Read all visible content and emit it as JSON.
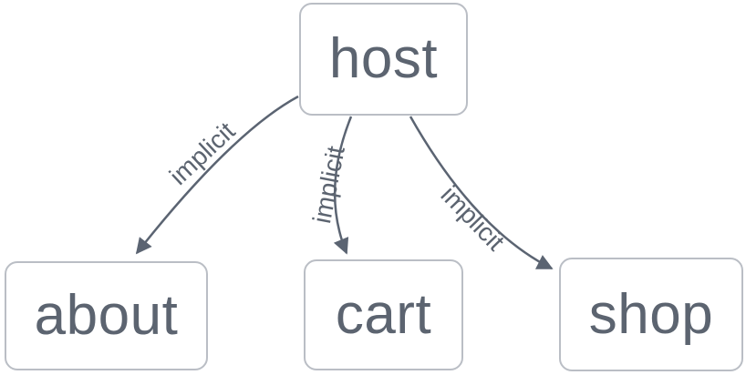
{
  "diagram": {
    "type": "flowchart",
    "nodes": [
      {
        "id": "host",
        "label": "host"
      },
      {
        "id": "about",
        "label": "about"
      },
      {
        "id": "cart",
        "label": "cart"
      },
      {
        "id": "shop",
        "label": "shop"
      }
    ],
    "edges": [
      {
        "from": "host",
        "to": "about",
        "label": "implicit"
      },
      {
        "from": "host",
        "to": "cart",
        "label": "implicit"
      },
      {
        "from": "host",
        "to": "shop",
        "label": "implicit"
      }
    ],
    "colors": {
      "canvas_bg": "#ffffff",
      "node_fill": "#ffffff",
      "node_border": "#babec5",
      "edge": "#5b6472",
      "text": "#5c6470"
    }
  }
}
